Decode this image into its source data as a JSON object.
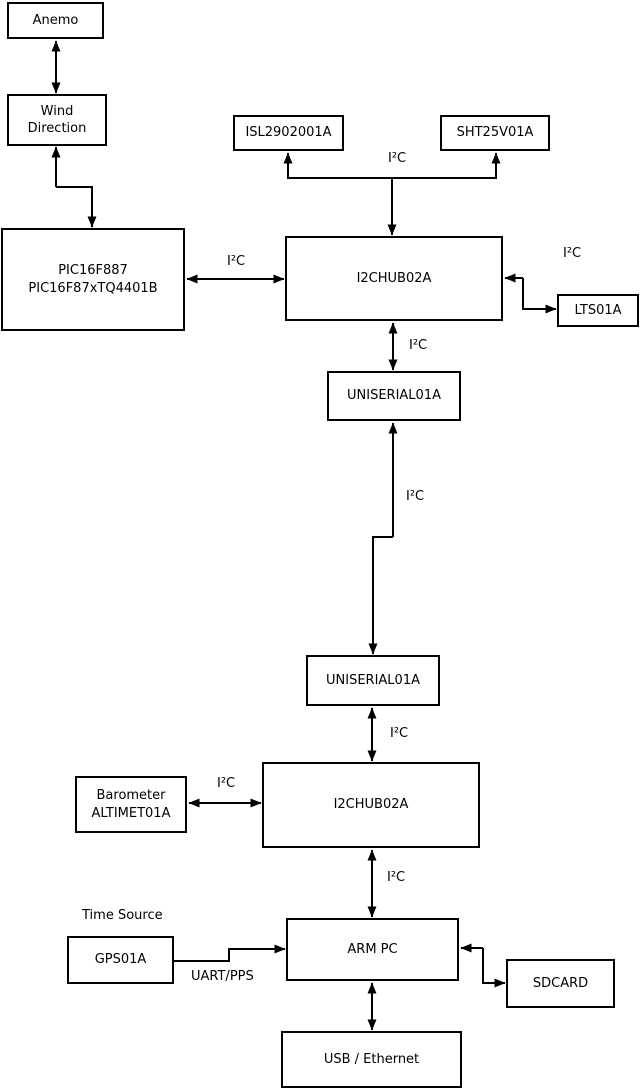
{
  "boxes": {
    "anemo": {
      "label": "Anemo"
    },
    "wind": {
      "label": "Wind\nDirection"
    },
    "pic": {
      "label": "PIC16F887\nPIC16F87xTQ4401B"
    },
    "isl": {
      "label": "ISL2902001A"
    },
    "sht": {
      "label": "SHT25V01A"
    },
    "hub1": {
      "label": "I2CHUB02A"
    },
    "lts": {
      "label": "LTS01A"
    },
    "uniserial1": {
      "label": "UNISERIAL01A"
    },
    "uniserial2": {
      "label": "UNISERIAL01A"
    },
    "hub2": {
      "label": "I2CHUB02A"
    },
    "barometer": {
      "label": "Barometer\nALTIMET01A"
    },
    "gps": {
      "label": "GPS01A"
    },
    "armpc": {
      "label": "ARM PC"
    },
    "sdcard": {
      "label": "SDCARD"
    },
    "usb_ethernet": {
      "label": "USB / Ethernet"
    }
  },
  "labels": {
    "i2c": "I²C",
    "time_source": "Time Source",
    "uart_pps": "UART/PPS"
  },
  "edges": [
    {
      "from": "anemo",
      "to": "wind",
      "label": "",
      "arrows": "both"
    },
    {
      "from": "wind",
      "to": "pic",
      "label": "",
      "arrows": "both"
    },
    {
      "from": "pic",
      "to": "hub1",
      "label": "I²C",
      "arrows": "both"
    },
    {
      "from": "hub1",
      "to": "isl",
      "label": "I²C",
      "arrows": "both"
    },
    {
      "from": "hub1",
      "to": "sht",
      "label": "I²C",
      "arrows": "both"
    },
    {
      "from": "hub1",
      "to": "lts",
      "label": "I²C",
      "arrows": "both"
    },
    {
      "from": "hub1",
      "to": "uniserial1",
      "label": "I²C",
      "arrows": "both"
    },
    {
      "from": "uniserial1",
      "to": "uniserial2",
      "label": "I²C",
      "arrows": "both"
    },
    {
      "from": "uniserial2",
      "to": "hub2",
      "label": "I²C",
      "arrows": "both"
    },
    {
      "from": "barometer",
      "to": "hub2",
      "label": "I²C",
      "arrows": "both"
    },
    {
      "from": "hub2",
      "to": "armpc",
      "label": "I²C",
      "arrows": "both"
    },
    {
      "from": "gps",
      "to": "armpc",
      "label": "UART/PPS",
      "arrows": "to"
    },
    {
      "from": "armpc",
      "to": "sdcard",
      "label": "",
      "arrows": "both"
    },
    {
      "from": "armpc",
      "to": "usb_ethernet",
      "label": "",
      "arrows": "both"
    }
  ],
  "colors": {
    "line": "#000000",
    "box_fill": "#ffffff",
    "text": "#000000",
    "background": "#ffffff"
  }
}
